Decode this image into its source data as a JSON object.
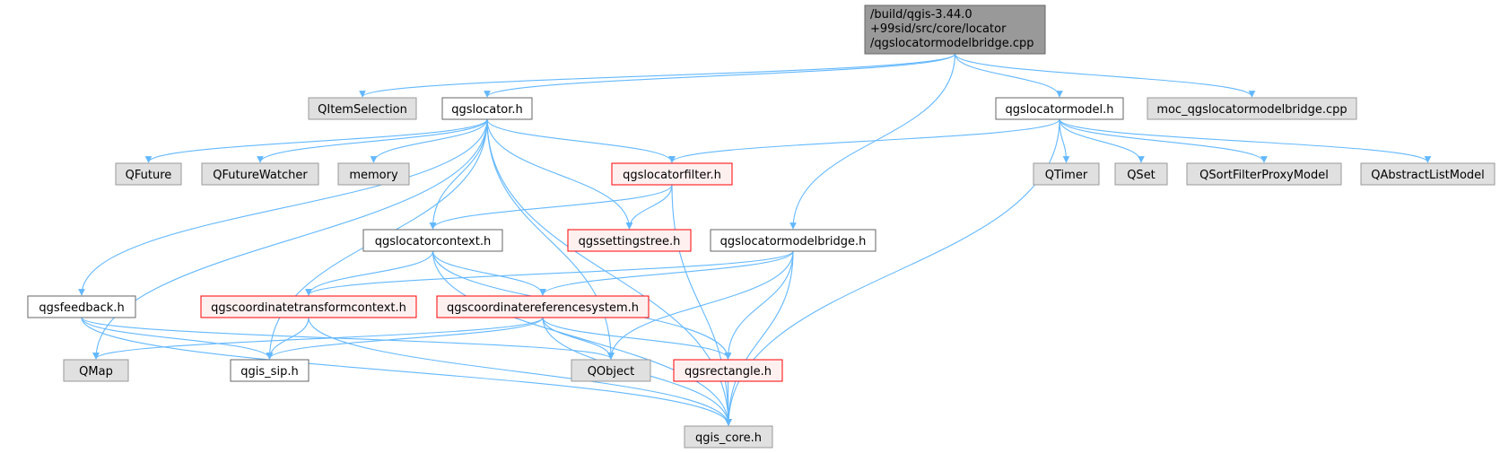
{
  "colors": {
    "edge": "#63b8ff",
    "root_fill": "#999999",
    "root_stroke": "#666666",
    "white_fill": "#ffffff",
    "white_stroke": "#666666",
    "grey_fill": "#e0e0e0",
    "grey_stroke": "#999999",
    "red_fill": "#fff0f0",
    "red_stroke": "#ff0000",
    "text": "#000000"
  },
  "nodes": [
    {
      "id": "root",
      "style": "root",
      "lines": [
        "/build/qgis-3.44.0",
        "+99sid/src/core/locator",
        "/qgslocatormodelbridge.cpp"
      ]
    },
    {
      "id": "qitemselection",
      "style": "grey",
      "lines": [
        "QItemSelection"
      ]
    },
    {
      "id": "qgslocator_h",
      "style": "white",
      "lines": [
        "qgslocator.h"
      ]
    },
    {
      "id": "qgslocatormodel_h",
      "style": "white",
      "lines": [
        "qgslocatormodel.h"
      ]
    },
    {
      "id": "moc_bridge",
      "style": "grey",
      "lines": [
        "moc_qgslocatormodelbridge.cpp"
      ]
    },
    {
      "id": "qfuture",
      "style": "grey",
      "lines": [
        "QFuture"
      ]
    },
    {
      "id": "qfuturewatcher",
      "style": "grey",
      "lines": [
        "QFutureWatcher"
      ]
    },
    {
      "id": "memory",
      "style": "grey",
      "lines": [
        "memory"
      ]
    },
    {
      "id": "qgslocatorfilter_h",
      "style": "red",
      "lines": [
        "qgslocatorfilter.h"
      ]
    },
    {
      "id": "qtimer",
      "style": "grey",
      "lines": [
        "QTimer"
      ]
    },
    {
      "id": "qset",
      "style": "grey",
      "lines": [
        "QSet"
      ]
    },
    {
      "id": "qsortfilterproxymodel",
      "style": "grey",
      "lines": [
        "QSortFilterProxyModel"
      ]
    },
    {
      "id": "qabstractlistmodel",
      "style": "grey",
      "lines": [
        "QAbstractListModel"
      ]
    },
    {
      "id": "qgslocatorcontext_h",
      "style": "white",
      "lines": [
        "qgslocatorcontext.h"
      ]
    },
    {
      "id": "qgssettingstree_h",
      "style": "red",
      "lines": [
        "qgssettingstree.h"
      ]
    },
    {
      "id": "qgslocatormodelbridge_h",
      "style": "white",
      "lines": [
        "qgslocatormodelbridge.h"
      ]
    },
    {
      "id": "qgsfeedback_h",
      "style": "white",
      "lines": [
        "qgsfeedback.h"
      ]
    },
    {
      "id": "qgscoordinatetransformcontext_h",
      "style": "red",
      "lines": [
        "qgscoordinatetransformcontext.h"
      ]
    },
    {
      "id": "qgscoordinatereferencesystem_h",
      "style": "red",
      "lines": [
        "qgscoordinatereferencesystem.h"
      ]
    },
    {
      "id": "qmap",
      "style": "grey",
      "lines": [
        "QMap"
      ]
    },
    {
      "id": "qgis_sip_h",
      "style": "white",
      "lines": [
        "qgis_sip.h"
      ]
    },
    {
      "id": "qobject",
      "style": "grey",
      "lines": [
        "QObject"
      ]
    },
    {
      "id": "qgsrectangle_h",
      "style": "red",
      "lines": [
        "qgsrectangle.h"
      ]
    },
    {
      "id": "qgis_core_h",
      "style": "grey",
      "lines": [
        "qgis_core.h"
      ]
    }
  ],
  "edges": [
    [
      "root",
      "qitemselection"
    ],
    [
      "root",
      "qgslocator_h"
    ],
    [
      "root",
      "qgslocatormodel_h"
    ],
    [
      "root",
      "moc_bridge"
    ],
    [
      "root",
      "qgslocatormodelbridge_h"
    ],
    [
      "qgslocator_h",
      "qfuture"
    ],
    [
      "qgslocator_h",
      "qfuturewatcher"
    ],
    [
      "qgslocator_h",
      "memory"
    ],
    [
      "qgslocator_h",
      "qgslocatorfilter_h"
    ],
    [
      "qgslocator_h",
      "qgslocatorcontext_h"
    ],
    [
      "qgslocator_h",
      "qgssettingstree_h"
    ],
    [
      "qgslocator_h",
      "qgsfeedback_h"
    ],
    [
      "qgslocator_h",
      "qmap"
    ],
    [
      "qgslocator_h",
      "qgis_sip_h"
    ],
    [
      "qgslocator_h",
      "qobject"
    ],
    [
      "qgslocator_h",
      "qgis_core_h"
    ],
    [
      "qgslocatormodel_h",
      "qgslocatorfilter_h"
    ],
    [
      "qgslocatormodel_h",
      "qtimer"
    ],
    [
      "qgslocatormodel_h",
      "qset"
    ],
    [
      "qgslocatormodel_h",
      "qsortfilterproxymodel"
    ],
    [
      "qgslocatormodel_h",
      "qabstractlistmodel"
    ],
    [
      "qgslocatormodel_h",
      "qgis_core_h"
    ],
    [
      "qgslocatorfilter_h",
      "qgslocatorcontext_h"
    ],
    [
      "qgslocatorfilter_h",
      "qgssettingstree_h"
    ],
    [
      "qgslocatorfilter_h",
      "qgis_core_h"
    ],
    [
      "qgslocatorcontext_h",
      "qgscoordinatetransformcontext_h"
    ],
    [
      "qgslocatorcontext_h",
      "qgscoordinatereferencesystem_h"
    ],
    [
      "qgslocatorcontext_h",
      "qgsrectangle_h"
    ],
    [
      "qgslocatorcontext_h",
      "qgis_core_h"
    ],
    [
      "qgslocatormodelbridge_h",
      "qgscoordinatetransformcontext_h"
    ],
    [
      "qgslocatormodelbridge_h",
      "qgscoordinatereferencesystem_h"
    ],
    [
      "qgslocatormodelbridge_h",
      "qobject"
    ],
    [
      "qgslocatormodelbridge_h",
      "qgsrectangle_h"
    ],
    [
      "qgslocatormodelbridge_h",
      "qgis_core_h"
    ],
    [
      "qgsfeedback_h",
      "qgis_sip_h"
    ],
    [
      "qgsfeedback_h",
      "qobject"
    ],
    [
      "qgsfeedback_h",
      "qgis_core_h"
    ],
    [
      "qgscoordinatetransformcontext_h",
      "qgis_sip_h"
    ],
    [
      "qgscoordinatetransformcontext_h",
      "qgis_core_h"
    ],
    [
      "qgscoordinatereferencesystem_h",
      "qmap"
    ],
    [
      "qgscoordinatereferencesystem_h",
      "qgis_sip_h"
    ],
    [
      "qgscoordinatereferencesystem_h",
      "qobject"
    ],
    [
      "qgscoordinatereferencesystem_h",
      "qgsrectangle_h"
    ],
    [
      "qgscoordinatereferencesystem_h",
      "qgis_core_h"
    ],
    [
      "qgsrectangle_h",
      "qgis_core_h"
    ]
  ]
}
